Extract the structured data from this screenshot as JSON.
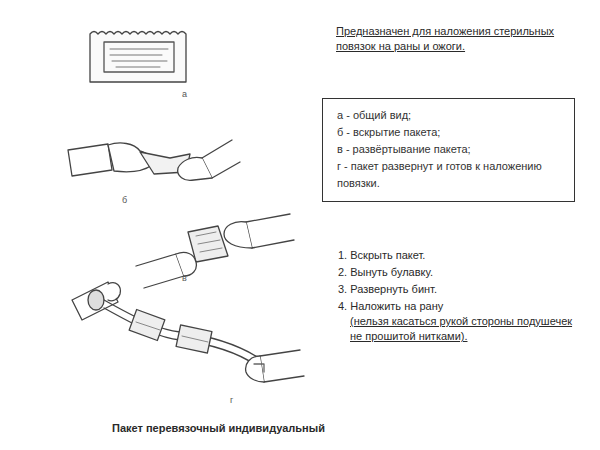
{
  "diagram": {
    "title": "Предназначен для наложения стерильных повязок на раны и ожоги.",
    "caption": "Пакет перевязочный индивидуальный",
    "nodes": [
      {
        "text": [
          "а - общий вид;",
          "б - вскрытие пакета;",
          "в - развёртывание пакета;",
          "г - пакет развернут и готов к наложению повязки."
        ]
      }
    ],
    "labels": [
      "1. Вскрыть пакет.",
      "2. Вынуть булавку.",
      "3. Развернуть бинт.",
      "4. Наложить на рану",
      "(нельзя касаться рукой стороны подушечек не прошитой нитками).",
      "а",
      "б",
      "в",
      "г"
    ]
  }
}
